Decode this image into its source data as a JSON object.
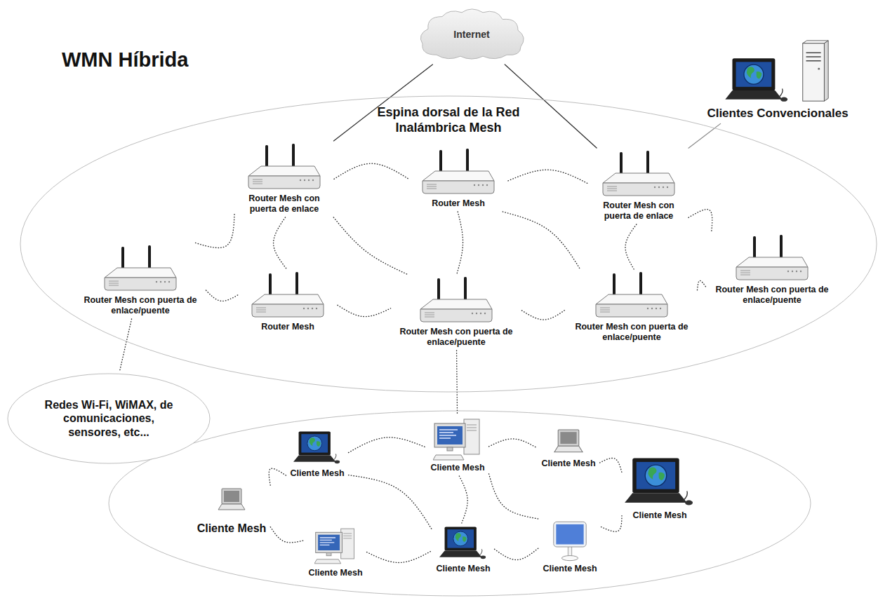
{
  "diagram": {
    "title": "WMN Híbrida",
    "nodes": [
      {
        "text": [
          "Internet"
        ]
      },
      {
        "text": [
          "Clientes Convencionales"
        ]
      },
      {
        "text": [
          "Espina dorsal de la Red Inalámbrica Mesh"
        ]
      },
      {
        "text": [
          "Router Mesh con puerta de enlace"
        ],
        "in": 2
      },
      {
        "text": [
          "Router Mesh"
        ],
        "in": 2
      },
      {
        "text": [
          "Router Mesh con puerta de enlace"
        ],
        "in": 2
      },
      {
        "text": [
          "Router Mesh con puerta de enlace/puente"
        ],
        "in": 2
      },
      {
        "text": [
          "Router Mesh"
        ],
        "in": 2
      },
      {
        "text": [
          "Router Mesh con puerta de enlace/puente"
        ],
        "in": 2
      },
      {
        "text": [
          "Router Mesh con puerta de enlace/puente"
        ],
        "in": 2
      },
      {
        "text": [
          "Router Mesh con puerta de enlace/puente"
        ],
        "in": 2
      },
      {
        "text": [
          "Redes Wi-Fi, WiMAX, de comunicaciones, sensores, etc..."
        ]
      },
      {
        "text": [
          "Cliente Mesh"
        ]
      },
      {
        "text": [
          "Cliente Mesh"
        ]
      },
      {
        "text": [
          "Cliente Mesh"
        ]
      },
      {
        "text": [
          "Cliente Mesh"
        ]
      },
      {
        "text": [
          "Cliente Mesh"
        ]
      },
      {
        "text": [
          "Cliente Mesh"
        ]
      },
      {
        "text": [
          "Cliente Mesh"
        ]
      },
      {
        "text": [
          "Cliente Mesh"
        ]
      }
    ],
    "edges": [
      {
        "from": 0,
        "to": 3,
        "arrow": "none"
      },
      {
        "from": 0,
        "to": 5,
        "arrow": "none"
      },
      {
        "from": 1,
        "to": 5,
        "arrow": "none"
      },
      {
        "from": 3,
        "to": 4,
        "arrow": "none"
      },
      {
        "from": 4,
        "to": 5,
        "arrow": "none"
      },
      {
        "from": 3,
        "to": 6,
        "arrow": "none"
      },
      {
        "from": 3,
        "to": 7,
        "arrow": "none"
      },
      {
        "from": 3,
        "to": 8,
        "arrow": "none"
      },
      {
        "from": 4,
        "to": 8,
        "arrow": "none"
      },
      {
        "from": 4,
        "to": 9,
        "arrow": "none"
      },
      {
        "from": 5,
        "to": 9,
        "arrow": "none"
      },
      {
        "from": 5,
        "to": 10,
        "arrow": "none"
      },
      {
        "from": 6,
        "to": 7,
        "arrow": "none"
      },
      {
        "from": 7,
        "to": 8,
        "arrow": "none"
      },
      {
        "from": 8,
        "to": 9,
        "arrow": "none"
      },
      {
        "from": 9,
        "to": 10,
        "arrow": "none"
      },
      {
        "from": 6,
        "to": 11,
        "arrow": "none"
      },
      {
        "from": 8,
        "to": 13,
        "arrow": "none"
      },
      {
        "from": 12,
        "to": 13,
        "arrow": "none"
      },
      {
        "from": 13,
        "to": 14,
        "arrow": "none"
      },
      {
        "from": 14,
        "to": 15,
        "arrow": "none"
      },
      {
        "from": 12,
        "to": 16,
        "arrow": "none"
      },
      {
        "from": 16,
        "to": 17,
        "arrow": "none"
      },
      {
        "from": 17,
        "to": 18,
        "arrow": "none"
      },
      {
        "from": 18,
        "to": 19,
        "arrow": "none"
      },
      {
        "from": 19,
        "to": 15,
        "arrow": "none"
      },
      {
        "from": 13,
        "to": 19,
        "arrow": "none"
      },
      {
        "from": 12,
        "to": 18,
        "arrow": "none"
      },
      {
        "from": 13,
        "to": 18,
        "arrow": "none"
      }
    ]
  }
}
